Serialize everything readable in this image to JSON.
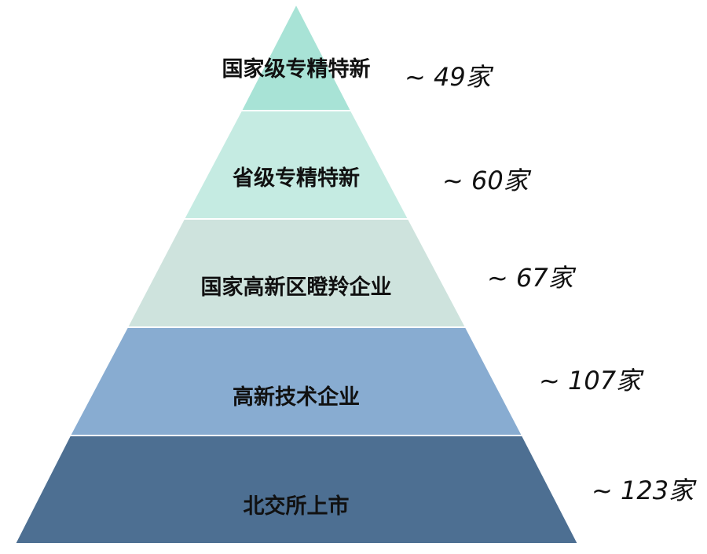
{
  "tiers": [
    {
      "label": "国家级专精特新",
      "count": "~ 49家",
      "color": "#a8e3d6"
    },
    {
      "label": "省级专精特新",
      "count": "~ 60家",
      "color": "#c5ebe2"
    },
    {
      "label": "国家高新区瞪羚企业",
      "count": "~ 67家",
      "color": "#cee3dd"
    },
    {
      "label": "高新技术企业",
      "count": "~ 107家",
      "color": "#88acd1"
    },
    {
      "label": "北交所上市",
      "count": "~ 123家",
      "color": "#4d6f92"
    }
  ]
}
